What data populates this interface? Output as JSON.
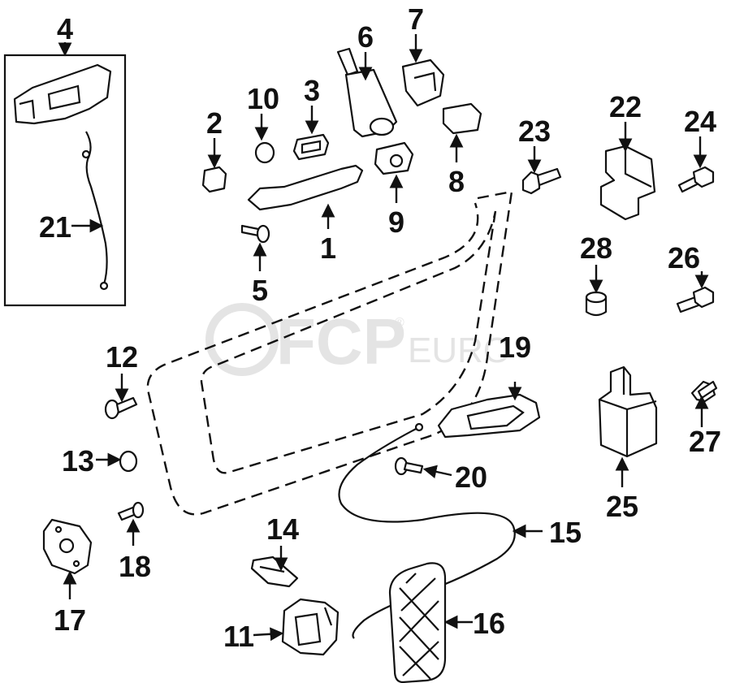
{
  "watermark": {
    "brand": "FCP",
    "suffix": "EURO",
    "mark": "®"
  },
  "callouts": {
    "c1": "1",
    "c2": "2",
    "c3": "3",
    "c4": "4",
    "c5": "5",
    "c6": "6",
    "c7": "7",
    "c8": "8",
    "c9": "9",
    "c10": "10",
    "c11": "11",
    "c12": "12",
    "c13": "13",
    "c14": "14",
    "c15": "15",
    "c16": "16",
    "c17": "17",
    "c18": "18",
    "c19": "19",
    "c20": "20",
    "c21": "21",
    "c22": "22",
    "c23": "23",
    "c24": "24",
    "c25": "25",
    "c26": "26",
    "c27": "27",
    "c28": "28"
  },
  "colors": {
    "ink": "#111111",
    "watermark": "#e4e4e4",
    "background": "#ffffff"
  }
}
